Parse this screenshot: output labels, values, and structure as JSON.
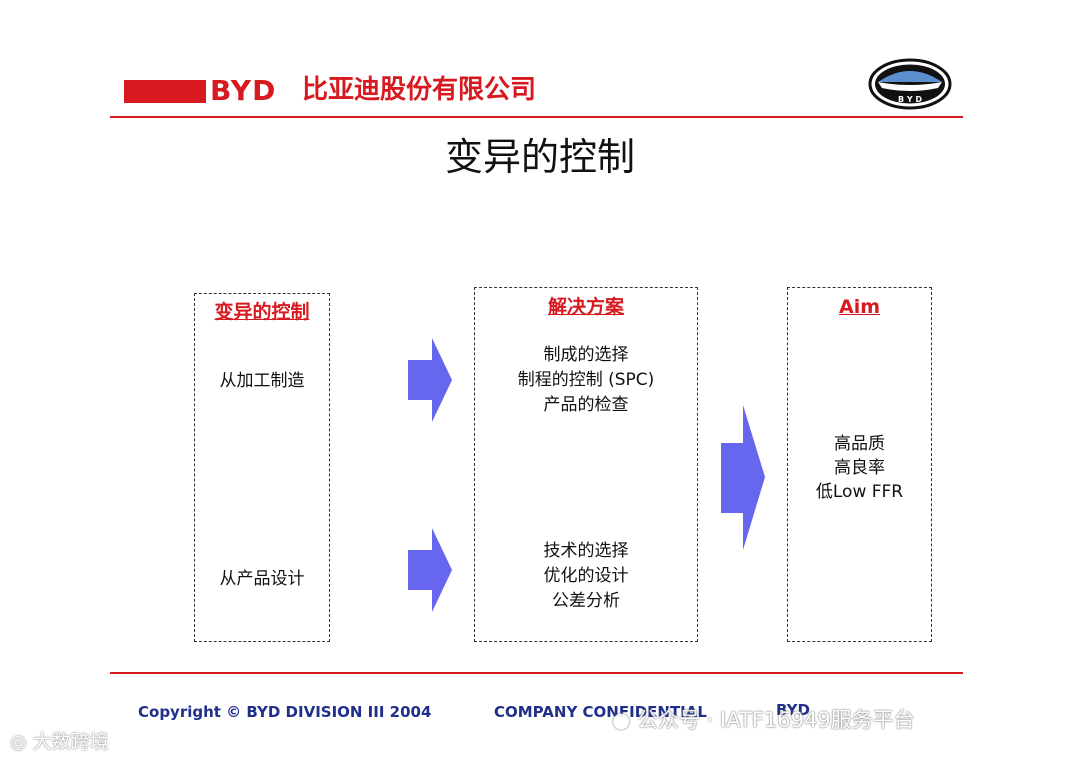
{
  "header": {
    "logo_text": "BYD",
    "company_name": "比亚迪股份有限公司",
    "emblem_text": "B Y D"
  },
  "title": "变异的控制",
  "left_box": {
    "heading": "变异的控制",
    "items": [
      "从加工制造",
      "从产品设计"
    ]
  },
  "middle_box": {
    "heading": "解决方案",
    "group1": [
      "制成的选择",
      "制程的控制 (SPC)",
      "产品的检查"
    ],
    "group2": [
      "技术的选择",
      "优化的设计",
      "公差分析"
    ]
  },
  "right_box": {
    "heading": "Aim",
    "items": [
      "高品质",
      "高良率",
      "低Low FFR"
    ]
  },
  "footer": {
    "copyright": "Copyright © BYD  DIVISION III 2004",
    "confidential": "COMPANY CONFIDENTIAL",
    "right": "BYD",
    "watermark_left": "大数跨境",
    "watermark_right": "公众号 · IATF16949服务平台"
  },
  "colors": {
    "brand_red": "#d71920",
    "arrow": "#6666ee",
    "footer_blue": "#1f2f8a"
  }
}
